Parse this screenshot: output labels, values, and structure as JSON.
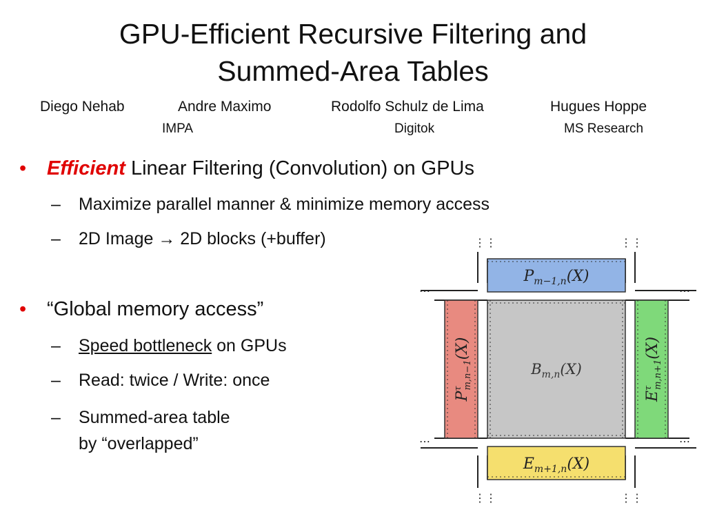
{
  "title": {
    "line1": "GPU-Efficient Recursive Filtering and",
    "line2": "Summed-Area Tables"
  },
  "authors": {
    "names": [
      "Diego Nehab",
      "Andre Maximo",
      "Rodolfo Schulz de Lima",
      "Hugues Hoppe"
    ],
    "affiliations": [
      "IMPA",
      "Digitok",
      "MS Research"
    ]
  },
  "bullets": [
    {
      "emph": "Efficient",
      "text": " Linear Filtering (Convolution) on GPUs",
      "subs": [
        "Maximize parallel manner & minimize memory access",
        "2D Image → 2D blocks (+buffer)"
      ]
    },
    {
      "text": "“Global memory access”",
      "subs_underlined": "Speed bottleneck",
      "sub1_rest": " on GPUs",
      "sub2": "Read: twice / Write: once",
      "sub3_line1": "Summed-area table",
      "sub3_line2": "by “overlapped”"
    }
  ],
  "diagram": {
    "top_label": "P",
    "top_sub": "m−1,n",
    "top_arg": "(X)",
    "center_label": "B",
    "center_sub": "m,n",
    "center_arg": "(X)",
    "bottom_label": "E",
    "bottom_sub": "m+1,n",
    "bottom_arg": "(X)",
    "left_label": "P",
    "left_sup": "τ",
    "left_sub": "m,n−1",
    "left_arg": "(X)",
    "right_label": "E",
    "right_sup": "τ",
    "right_sub": "m,n+1",
    "right_arg": "(X)",
    "colors": {
      "top": "#92b4e6",
      "left": "#e88a80",
      "right": "#7fd97a",
      "bottom": "#f5df6e",
      "center": "#c6c6c6"
    }
  }
}
